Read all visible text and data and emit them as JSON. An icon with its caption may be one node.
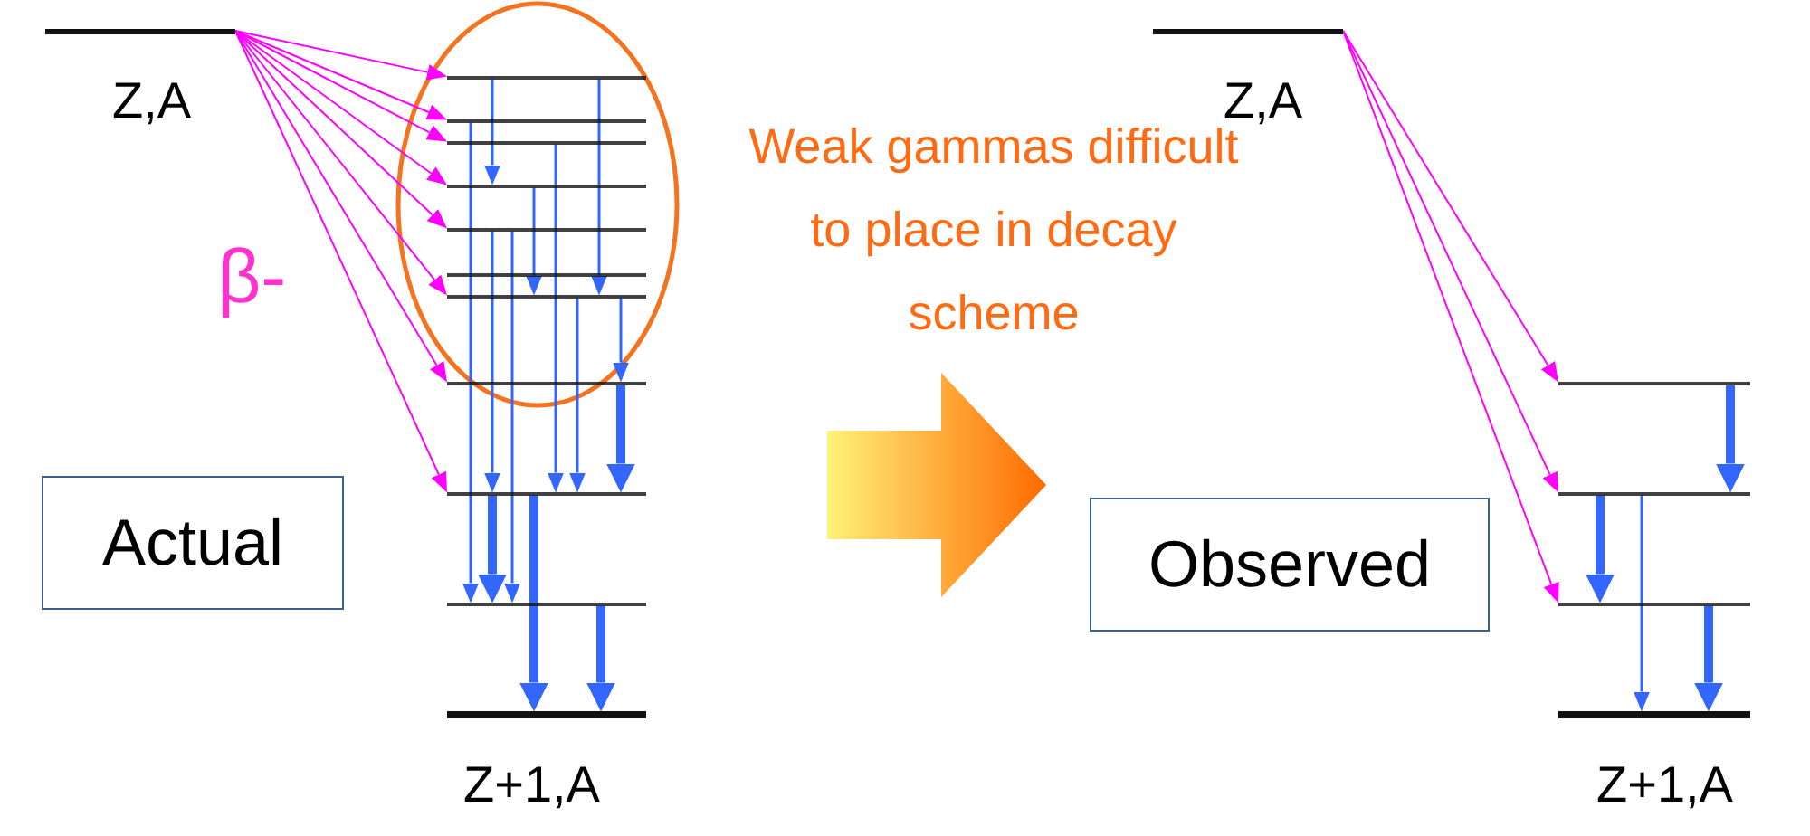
{
  "diagram": {
    "nodes": [
      {
        "text": [],
        "shape": "bar",
        "beside": [
          "Z,A"
        ]
      },
      {
        "text": [],
        "shape": "bar"
      },
      {
        "text": [],
        "shape": "bar"
      },
      {
        "text": [],
        "shape": "bar"
      },
      {
        "text": [],
        "shape": "bar"
      },
      {
        "text": [],
        "shape": "bar"
      },
      {
        "text": [],
        "shape": "bar"
      },
      {
        "text": [],
        "shape": "bar"
      },
      {
        "text": [],
        "shape": "bar"
      },
      {
        "text": [],
        "shape": "bar"
      },
      {
        "text": [],
        "shape": "bar"
      },
      {
        "text": [],
        "shape": "bar",
        "beside": [
          "Z+1,A"
        ]
      },
      {
        "text": [
          "Actual"
        ]
      },
      {
        "text": [],
        "shape": "bar",
        "beside": [
          "Z,A"
        ]
      },
      {
        "text": [],
        "shape": "bar"
      },
      {
        "text": [],
        "shape": "bar"
      },
      {
        "text": [],
        "shape": "bar"
      },
      {
        "text": [],
        "shape": "bar",
        "beside": [
          "Z+1,A"
        ]
      },
      {
        "text": [
          "Observed"
        ]
      }
    ],
    "edges": [
      {
        "from": 0,
        "to": 1,
        "arrow": "to",
        "color": "#ff00ff"
      },
      {
        "from": 0,
        "to": 2,
        "arrow": "to",
        "color": "#ff00ff"
      },
      {
        "from": 0,
        "to": 3,
        "arrow": "to",
        "color": "#ff00ff"
      },
      {
        "from": 0,
        "to": 4,
        "arrow": "to",
        "color": "#ff00ff"
      },
      {
        "from": 0,
        "to": 5,
        "arrow": "to",
        "color": "#ff00ff"
      },
      {
        "from": 0,
        "to": 7,
        "arrow": "to",
        "color": "#ff00ff"
      },
      {
        "from": 0,
        "to": 8,
        "arrow": "to",
        "color": "#ff00ff"
      },
      {
        "from": 0,
        "to": 9,
        "arrow": "to",
        "color": "#ff00ff"
      },
      {
        "from": 1,
        "to": 4,
        "arrow": "to"
      },
      {
        "from": 1,
        "to": 7,
        "arrow": "to"
      },
      {
        "from": 4,
        "to": 7,
        "arrow": "to"
      },
      {
        "from": 2,
        "to": 10,
        "arrow": "to"
      },
      {
        "from": 3,
        "to": 9,
        "arrow": "to"
      },
      {
        "from": 5,
        "to": 9,
        "arrow": "to"
      },
      {
        "from": 9,
        "to": 10,
        "arrow": "to",
        "style": "thick"
      },
      {
        "from": 5,
        "to": 10,
        "arrow": "to"
      },
      {
        "from": 7,
        "to": 9,
        "arrow": "to"
      },
      {
        "from": 7,
        "to": 8,
        "arrow": "to"
      },
      {
        "from": 8,
        "to": 9,
        "arrow": "to",
        "style": "thick"
      },
      {
        "from": 9,
        "to": 11,
        "arrow": "to",
        "style": "thick"
      },
      {
        "from": 10,
        "to": 11,
        "arrow": "to",
        "style": "thick"
      },
      {
        "from": 13,
        "to": 14,
        "arrow": "to",
        "color": "#ff00ff"
      },
      {
        "from": 13,
        "to": 15,
        "arrow": "to",
        "color": "#ff00ff"
      },
      {
        "from": 13,
        "to": 16,
        "arrow": "to",
        "color": "#ff00ff"
      },
      {
        "from": 14,
        "to": 15,
        "arrow": "to",
        "style": "thick"
      },
      {
        "from": 15,
        "to": 16,
        "arrow": "to",
        "style": "thick"
      },
      {
        "from": 15,
        "to": 17,
        "arrow": "to"
      },
      {
        "from": 16,
        "to": 17,
        "arrow": "to",
        "style": "thick"
      }
    ],
    "labels": [
      "β-",
      "Weak gammas difficult to place in decay scheme"
    ]
  }
}
